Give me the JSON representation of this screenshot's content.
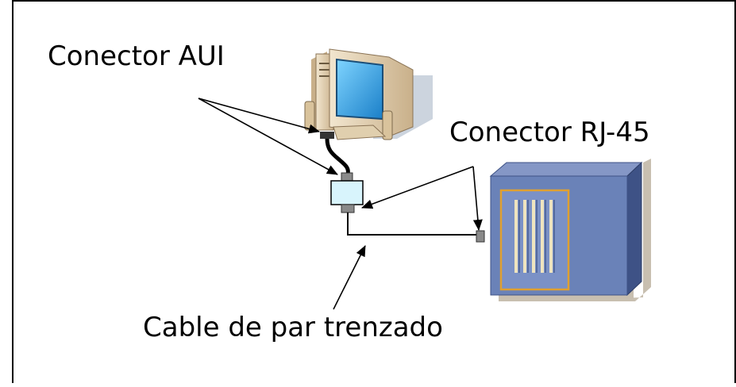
{
  "labels": {
    "aui_connector": "Conector AUI",
    "rj45_connector": "Conector RJ-45",
    "twisted_pair_cable": "Cable de par trenzado"
  },
  "colors": {
    "hub_face": "#6a82b8",
    "hub_side": "#3e5286",
    "hub_top": "#8597c6",
    "hub_shadow": "#c8bfb0",
    "hub_panel_border": "#e0a030",
    "monitor_screen": "#2aa6e8",
    "monitor_body": "#e8d6b8",
    "transceiver": "#d8f4fc",
    "connector_gray": "#8a8a8a"
  }
}
